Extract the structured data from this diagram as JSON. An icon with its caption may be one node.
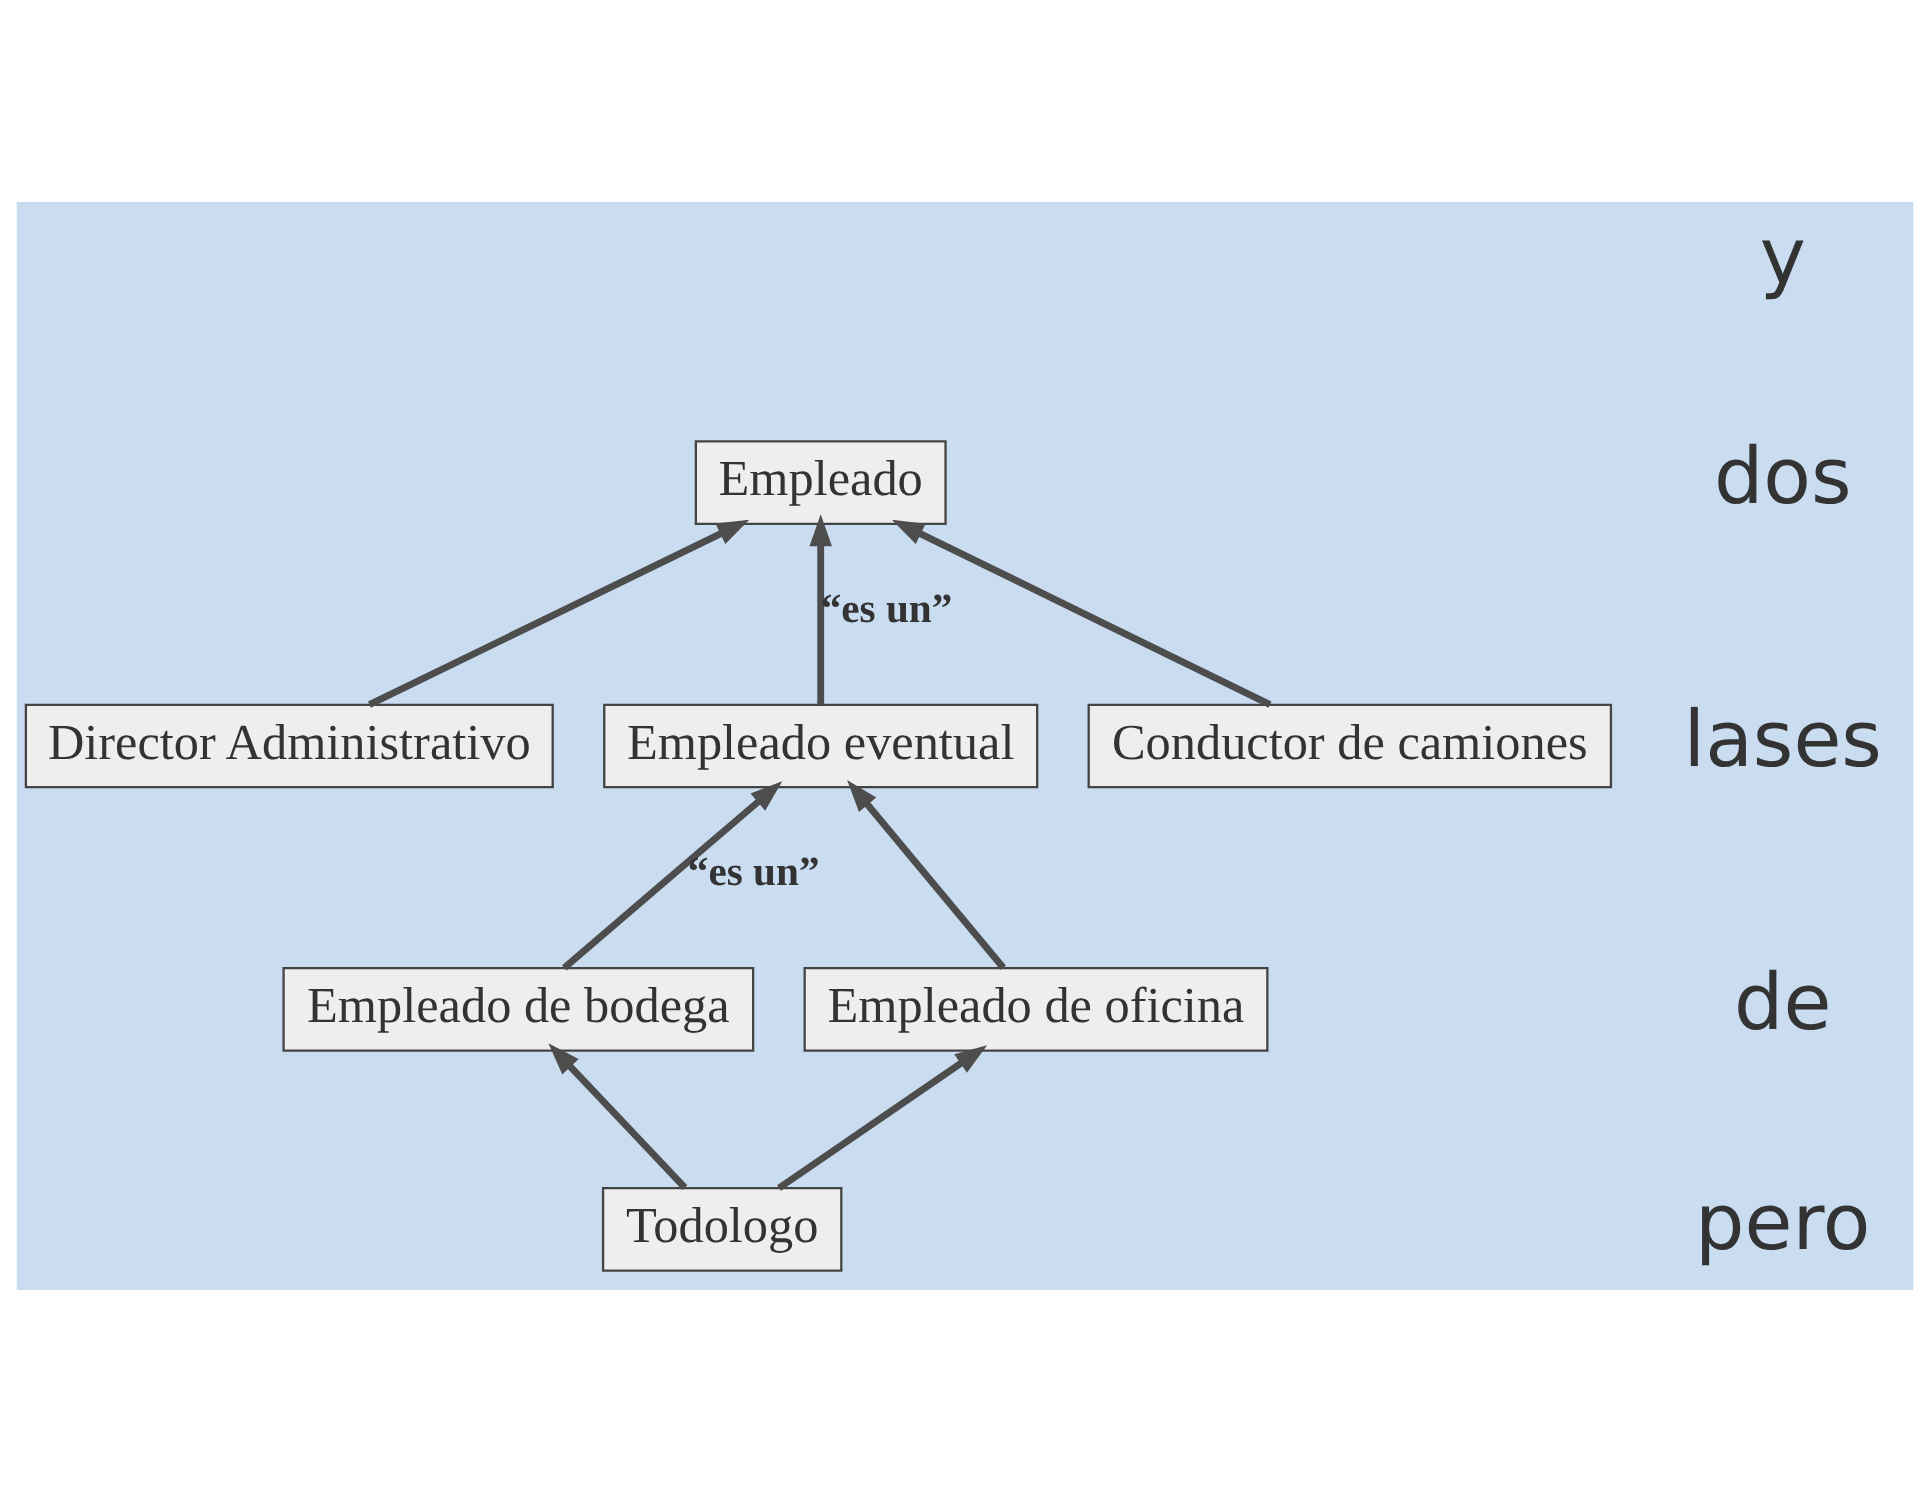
{
  "diagram": {
    "nodes": [
      {
        "text": [
          "Empleado"
        ]
      },
      {
        "text": [
          "Director Administrativo"
        ]
      },
      {
        "text": [
          "Empleado eventual"
        ]
      },
      {
        "text": [
          "Conductor de camiones"
        ]
      },
      {
        "text": [
          "Empleado de bodega"
        ]
      },
      {
        "text": [
          "Empleado de oficina"
        ]
      },
      {
        "text": [
          "Todologo"
        ]
      }
    ],
    "edges": [
      {
        "from": 1,
        "to": 0,
        "arrow": "to"
      },
      {
        "from": 2,
        "to": 0,
        "arrow": "to",
        "label": "“es un”"
      },
      {
        "from": 3,
        "to": 0,
        "arrow": "to"
      },
      {
        "from": 4,
        "to": 2,
        "arrow": "to",
        "label": "“es un”"
      },
      {
        "from": 5,
        "to": 2,
        "arrow": "to"
      },
      {
        "from": 6,
        "to": 4,
        "arrow": "to"
      },
      {
        "from": 6,
        "to": 5,
        "arrow": "to"
      }
    ],
    "labels": [
      "y",
      "dos",
      "lases",
      "de",
      "pero"
    ]
  }
}
